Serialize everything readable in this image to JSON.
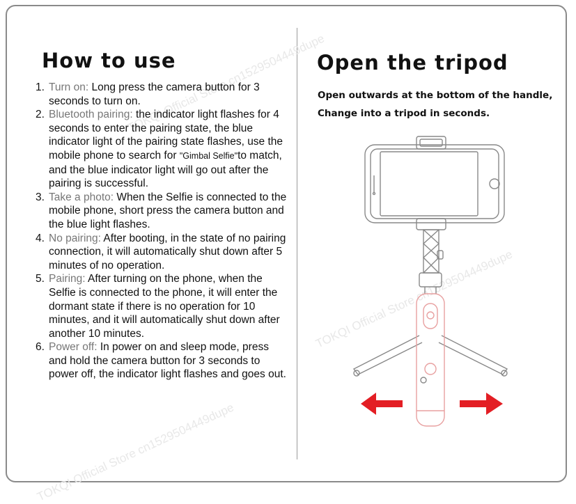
{
  "left": {
    "title": "How to use",
    "steps": [
      {
        "num": "1.",
        "kw": "Turn on:",
        "parts": [
          " Long press the camera button for 3 seconds to turn on."
        ]
      },
      {
        "num": "2.",
        "kw": "Bluetooth pairing:",
        "parts": [
          " the indicator light flashes for 4 seconds to enter the pairing state, the blue indicator light of the pairing state flashes, use the mobile phone to search for ",
          "\"Gimbal Selfie\"",
          "to match, and the blue indicator light will go out after the pairing is successful."
        ]
      },
      {
        "num": "3.",
        "kw": "Take a photo:",
        "parts": [
          " When the Selfie is connected to the mobile phone, short press the camera button and the blue light flashes."
        ]
      },
      {
        "num": "4.",
        "kw": "No pairing:",
        "parts": [
          " After booting, in the state of no pairing connection, it will automatically shut down after 5 minutes of no operation."
        ]
      },
      {
        "num": "5.",
        "kw": "Pairing:",
        "parts": [
          " After turning on the phone, when the Selfie is connected to the phone, it will enter the dormant state if there is no operation for 10 minutes, and it will automatically shut down after another 10 minutes."
        ]
      },
      {
        "num": "6.",
        "kw": "Power off:",
        "parts": [
          " In power on and sleep mode, press and hold the camera button for 3 seconds to power off, the indicator light flashes and goes out."
        ]
      }
    ]
  },
  "right": {
    "title": "Open the tripod",
    "desc_line1": "Open outwards at the bottom of the handle,",
    "desc_line2": "Change into a tripod in seconds."
  },
  "watermark": "TOKQI Official Store cn1529504449dupe",
  "colors": {
    "arrow": "#e31e24",
    "keyword": "#777777",
    "outline": "#888888",
    "red_outline": "#e8a0a0"
  }
}
